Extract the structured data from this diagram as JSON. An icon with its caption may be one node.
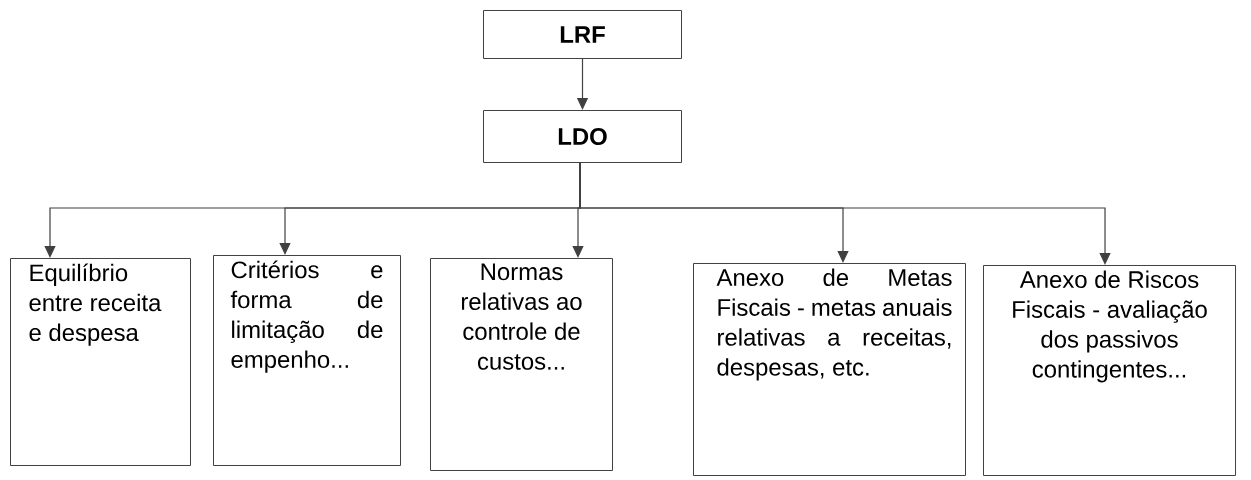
{
  "diagram": {
    "nodes": [
      {
        "text": [
          "LRF"
        ]
      },
      {
        "text": [
          "LDO"
        ]
      },
      {
        "text": [
          "Equilíbrio entre receita e despesa"
        ]
      },
      {
        "text": [
          "Critérios e forma de limitação de empenho..."
        ]
      },
      {
        "text": [
          "Normas relativas ao controle de custos..."
        ]
      },
      {
        "text": [
          "Anexo de Metas Fiscais - metas anuais relativas a receitas, despesas, etc."
        ]
      },
      {
        "text": [
          "Anexo de Riscos Fiscais - avaliação dos passivos contingentes..."
        ]
      }
    ],
    "edges": [
      {
        "from": 0,
        "to": 1,
        "arrow": "to"
      },
      {
        "from": 1,
        "to": 2,
        "arrow": "to"
      },
      {
        "from": 1,
        "to": 3,
        "arrow": "to"
      },
      {
        "from": 1,
        "to": 4,
        "arrow": "to"
      },
      {
        "from": 1,
        "to": 5,
        "arrow": "to"
      },
      {
        "from": 1,
        "to": 6,
        "arrow": "to"
      }
    ]
  }
}
